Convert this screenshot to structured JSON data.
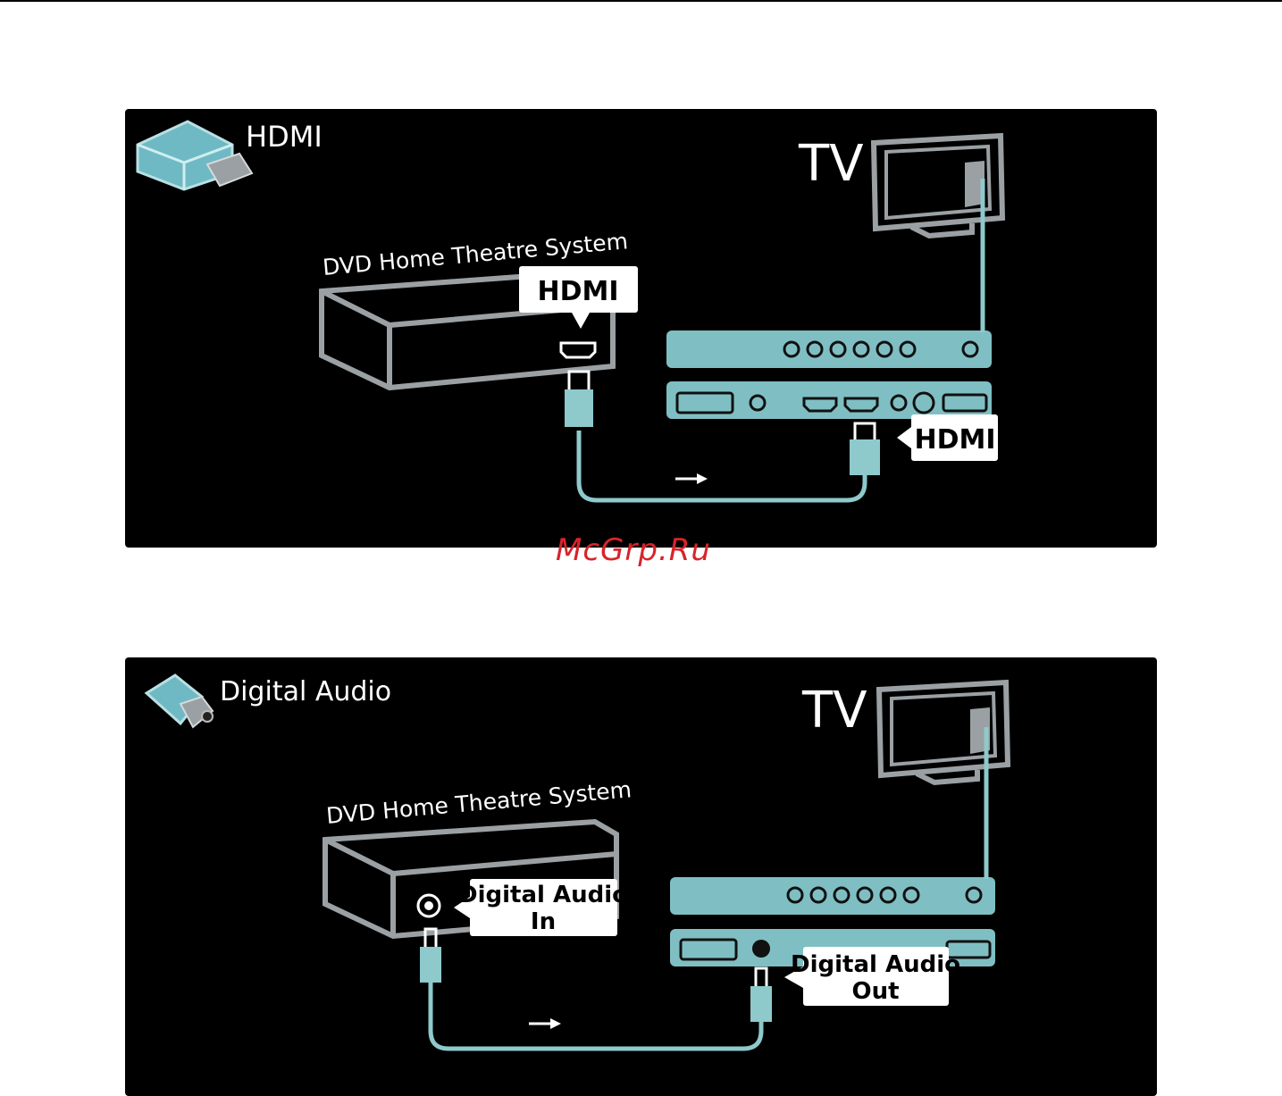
{
  "panels": [
    {
      "title": "HDMI",
      "device_label": "DVD Home Theatre System",
      "tv_label": "TV",
      "device_callout": [
        "HDMI"
      ],
      "tv_callout": [
        "HDMI"
      ]
    },
    {
      "title": "Digital Audio",
      "device_label": "DVD Home Theatre System",
      "tv_label": "TV",
      "device_callout": [
        "Digital Audio",
        "In"
      ],
      "tv_callout": [
        "Digital Audio",
        "Out"
      ]
    }
  ],
  "watermark": "McGrp.Ru",
  "colors": {
    "cable": "#8ec9cc",
    "connector_panel": "#7fbfc3",
    "outline": "#9aa0a3",
    "background": "#000000",
    "watermark": "#d8232a"
  }
}
